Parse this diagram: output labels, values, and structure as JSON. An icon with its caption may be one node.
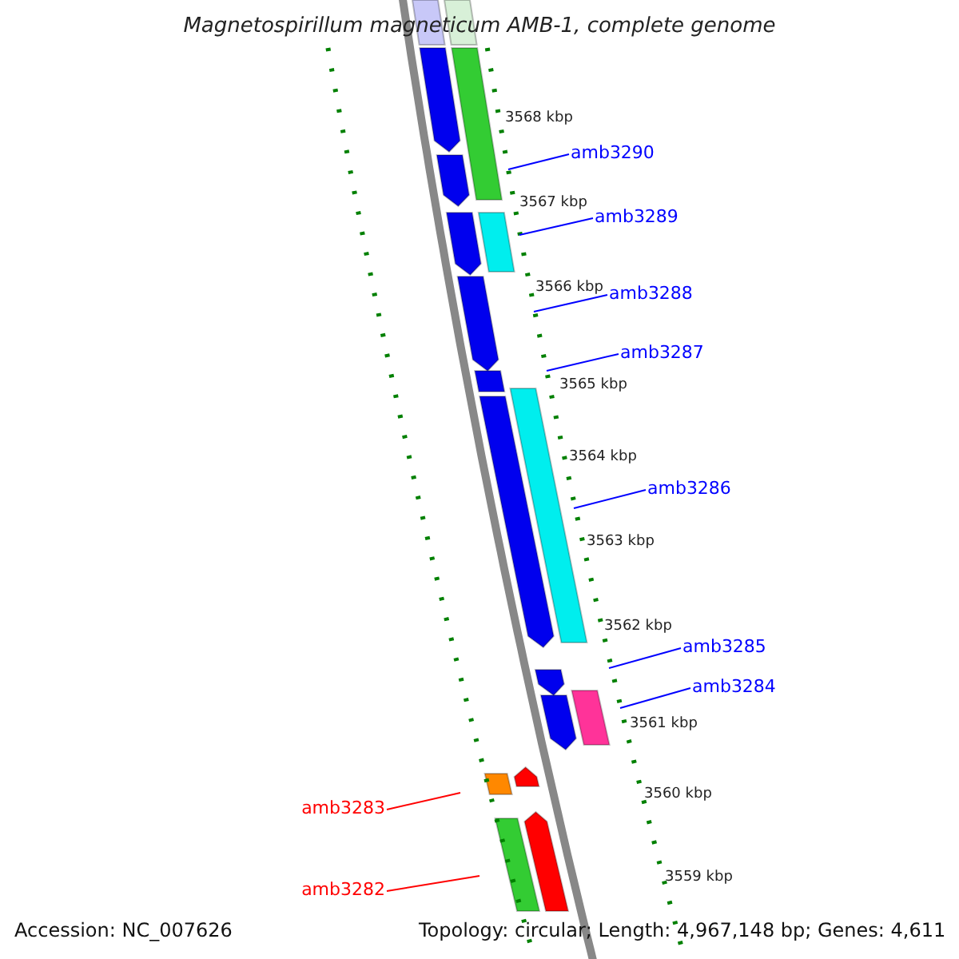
{
  "diagram": {
    "title": "Magnetospirillum magneticum AMB-1, complete genome",
    "nodes": [
      {
        "text": [
          "amb3290"
        ]
      },
      {
        "text": [
          "amb3289"
        ]
      },
      {
        "text": [
          "amb3288"
        ]
      },
      {
        "text": [
          "amb3287"
        ]
      },
      {
        "text": [
          "amb3286"
        ]
      },
      {
        "text": [
          "amb3285"
        ]
      },
      {
        "text": [
          "amb3284"
        ]
      },
      {
        "text": [
          "amb3283"
        ]
      },
      {
        "text": [
          "amb3282"
        ]
      }
    ],
    "edges": [
      {
        "from": 0,
        "to": null,
        "arrow": "none"
      },
      {
        "from": 1,
        "to": null,
        "arrow": "none"
      },
      {
        "from": 2,
        "to": null,
        "arrow": "none"
      },
      {
        "from": 3,
        "to": null,
        "arrow": "none"
      },
      {
        "from": 4,
        "to": null,
        "arrow": "none"
      },
      {
        "from": 5,
        "to": null,
        "arrow": "none"
      },
      {
        "from": 6,
        "to": null,
        "arrow": "none"
      },
      {
        "from": 7,
        "to": null,
        "arrow": "none",
        "color": "#ff0000"
      },
      {
        "from": 8,
        "to": null,
        "arrow": "none",
        "color": "#ff0000"
      }
    ],
    "labels": [
      "3568 kbp",
      "3567 kbp",
      "3566 kbp",
      "3565 kbp",
      "3564 kbp",
      "3563 kbp",
      "3562 kbp",
      "3561 kbp",
      "3560 kbp",
      "3559 kbp",
      "Accession: NC_007626",
      "Topology: circular; Length: 4,967,148 bp; Genes: 4,611"
    ]
  }
}
